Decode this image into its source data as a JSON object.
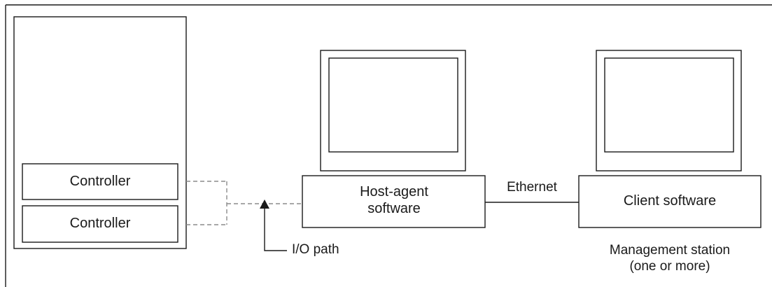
{
  "controllers": [
    {
      "label": "Controller"
    },
    {
      "label": "Controller"
    }
  ],
  "host": {
    "label_line1": "Host-agent",
    "label_line2": "software"
  },
  "client": {
    "label": "Client software"
  },
  "connection": {
    "label": "Ethernet"
  },
  "io_path": {
    "label": "I/O path"
  },
  "management_station": {
    "line1": "Management station",
    "line2": "(one or more)"
  },
  "colors": {
    "line": "#1a1a1a",
    "dashed": "#8c8c8c",
    "background": "#ffffff"
  }
}
